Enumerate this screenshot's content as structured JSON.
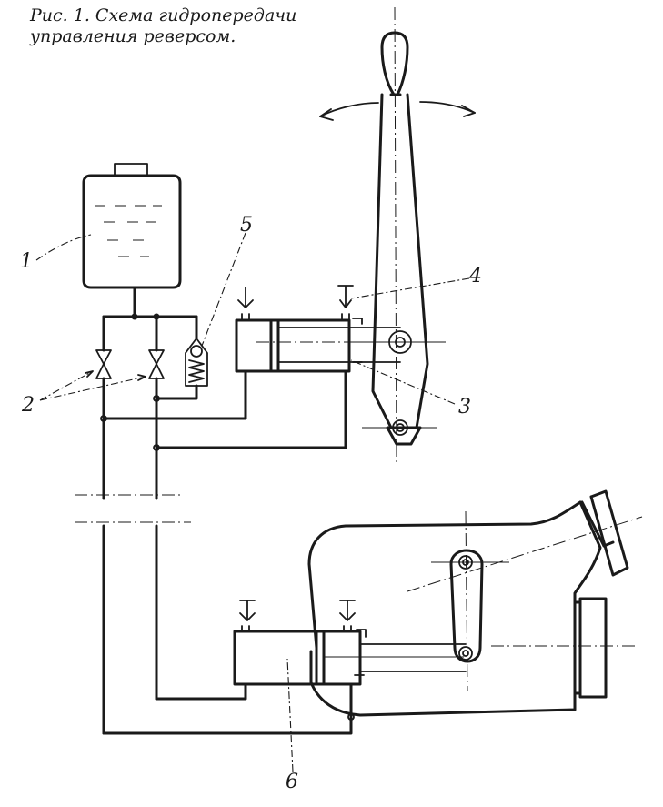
{
  "caption": {
    "line1": "Рис. 1. Схема гидропередачи",
    "line2": "управления реверсом."
  },
  "labels": {
    "tank": "1",
    "valves": "2",
    "cylinder_top": "3",
    "exhaust": "4",
    "relief_valve": "5",
    "cylinder_bottom": "6"
  }
}
